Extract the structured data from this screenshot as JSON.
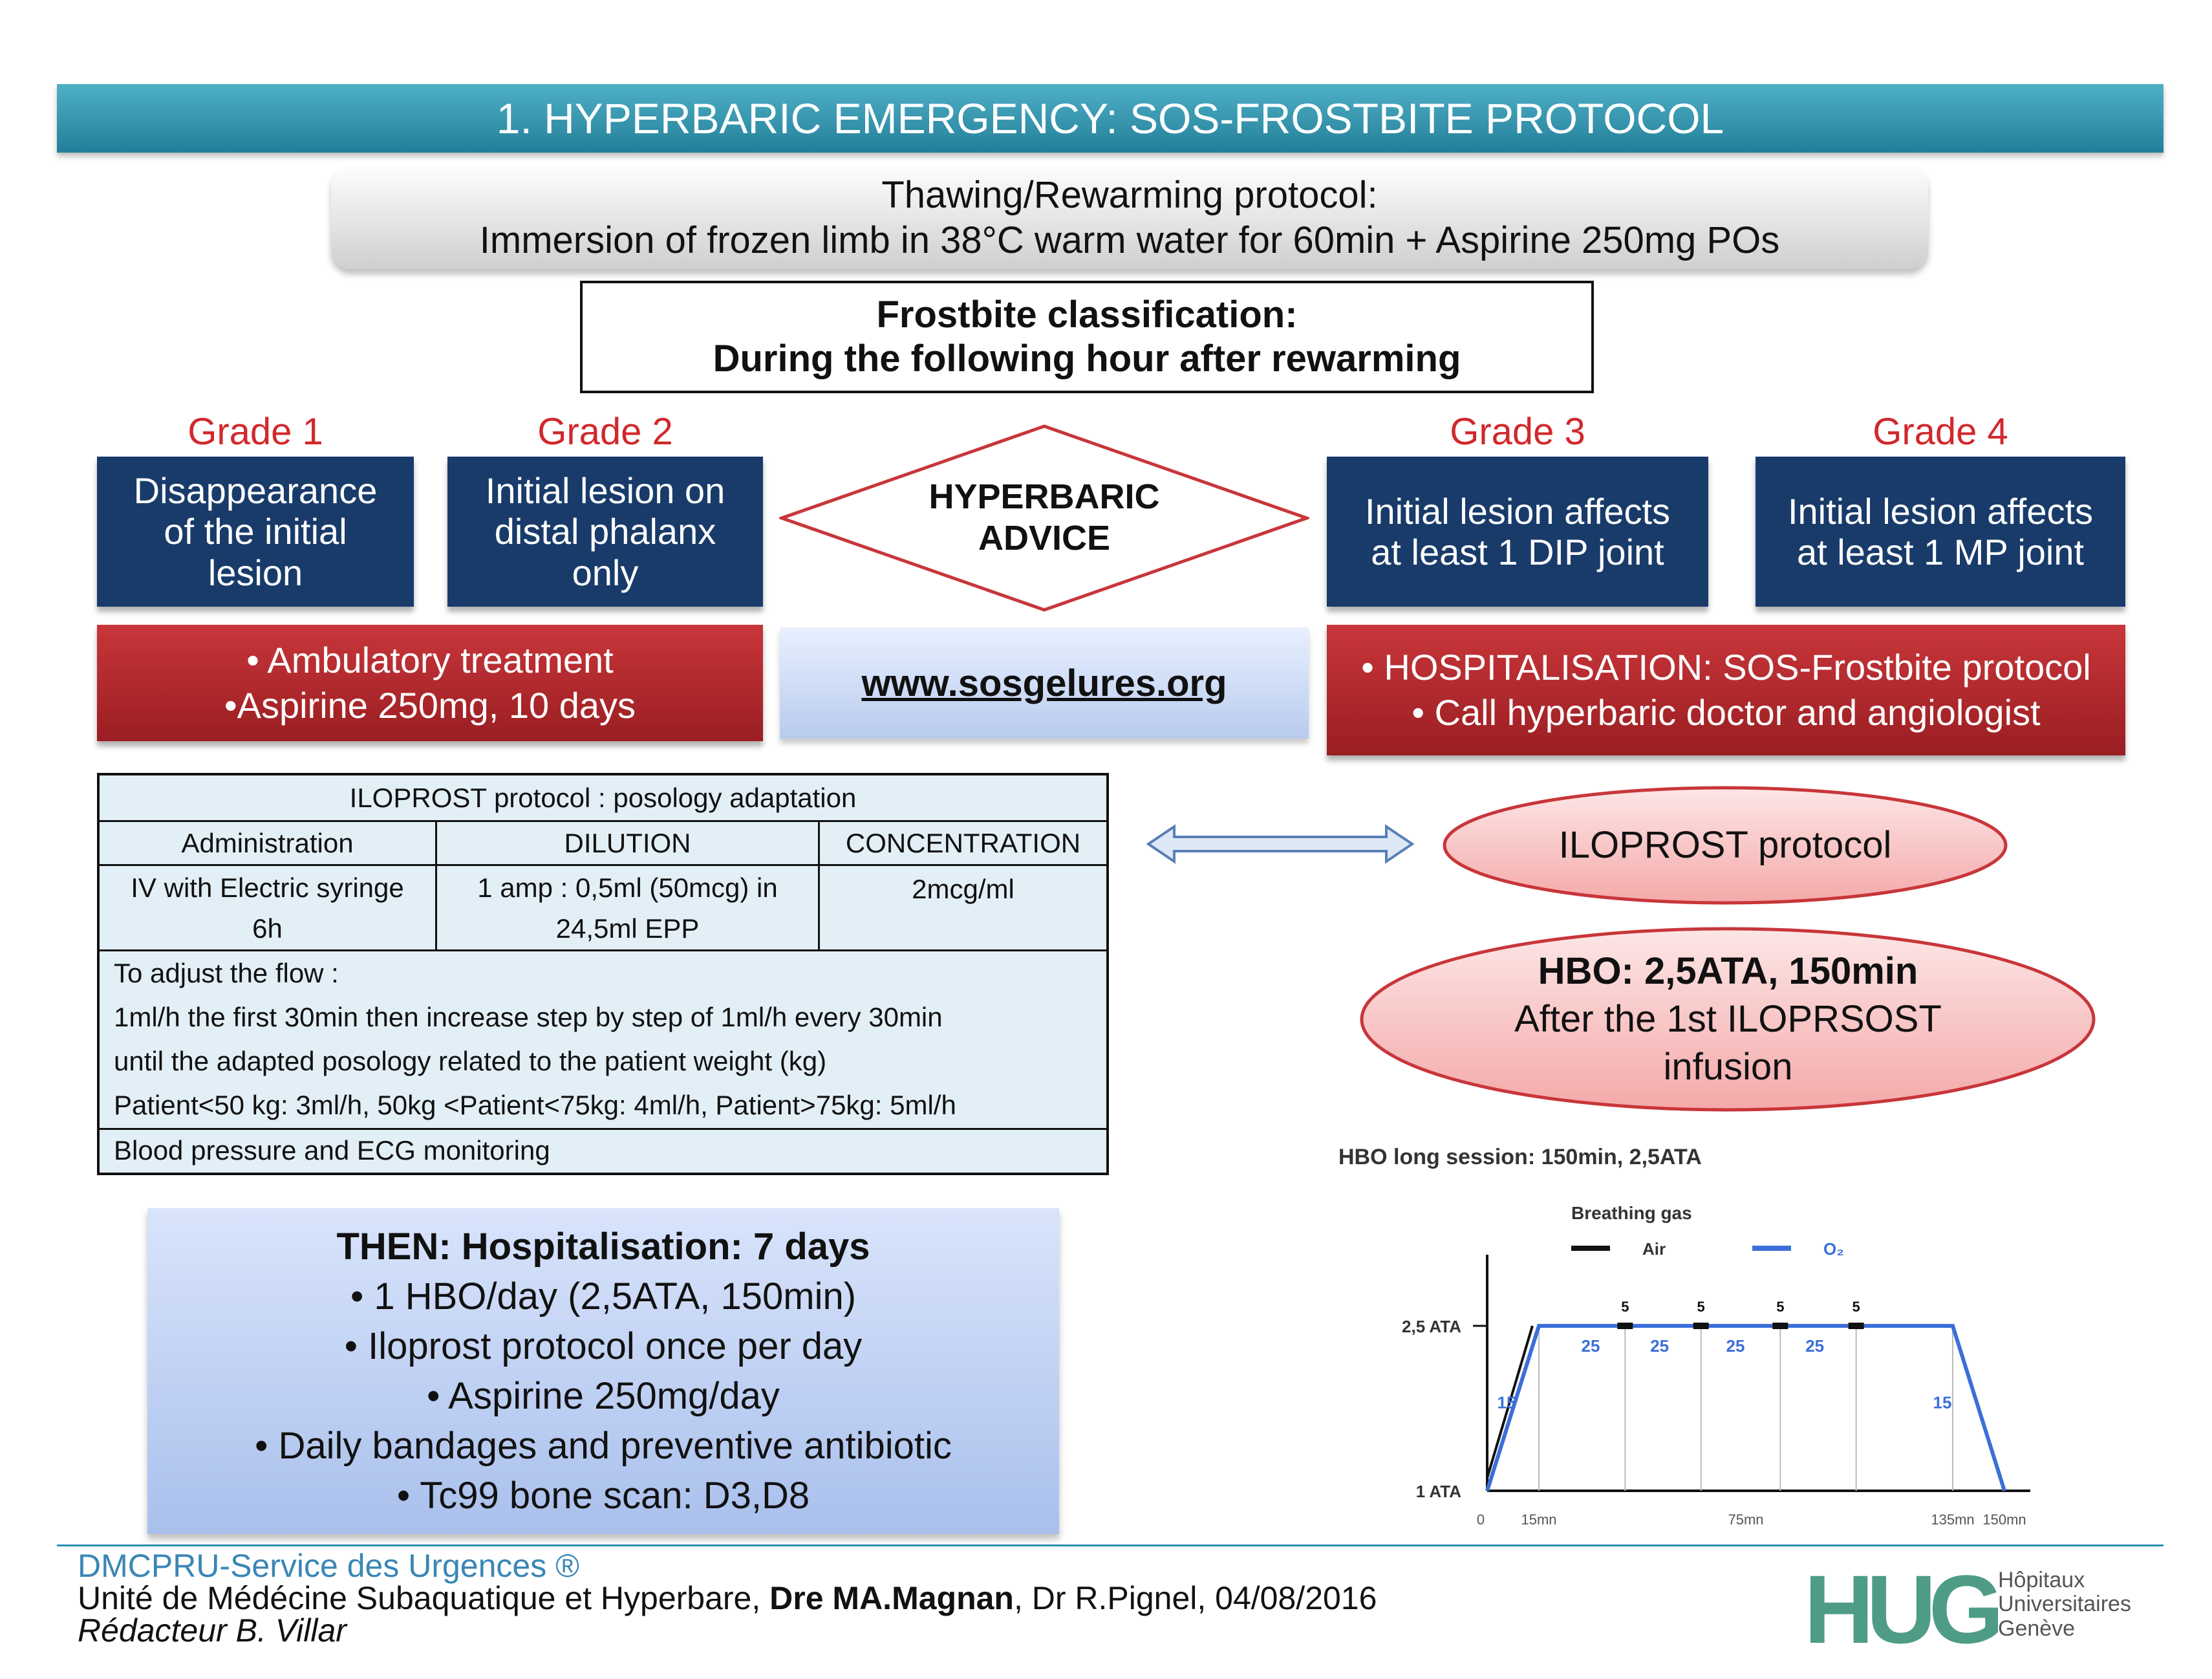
{
  "title": "1. HYPERBARIC EMERGENCY: SOS-FROSTBITE PROTOCOL",
  "thawing": {
    "line1": "Thawing/Rewarming protocol:",
    "line2": "Immersion of frozen limb in 38°C warm water for 60min + Aspirine 250mg POs"
  },
  "classification": {
    "line1": "Frostbite classification:",
    "line2": "During the following hour after rewarming"
  },
  "grades": [
    {
      "label": "Grade 1",
      "lines": [
        "Disappearance",
        "of the initial",
        "lesion"
      ]
    },
    {
      "label": "Grade 2",
      "lines": [
        "Initial lesion on",
        "distal phalanx",
        "only"
      ]
    },
    {
      "label": "Grade 3",
      "lines": [
        "Initial lesion affects",
        "at least 1 DIP joint"
      ]
    },
    {
      "label": "Grade 4",
      "lines": [
        "Initial lesion affects",
        "at least 1 MP joint"
      ]
    }
  ],
  "hyperbaric_advice": {
    "line1": "HYPERBARIC",
    "line2": "ADVICE"
  },
  "ambulatory": {
    "line1": "• Ambulatory treatment",
    "line2": "•Aspirine 250mg, 10 days"
  },
  "website": "www.sosgelures.org",
  "hospitalisation": {
    "line1": "• HOSPITALISATION: SOS-Frostbite protocol",
    "line2": "• Call hyperbaric doctor and angiologist"
  },
  "iloprost_table": {
    "title": "ILOPROST protocol : posology adaptation",
    "headers": [
      "Administration",
      "DILUTION",
      "CONCENTRATION"
    ],
    "row": [
      [
        "IV with Electric syringe",
        "6h"
      ],
      [
        "1 amp : 0,5ml (50mcg) in",
        "24,5ml EPP"
      ],
      [
        "2mcg/ml"
      ]
    ],
    "flow_lines": [
      "To adjust the flow :",
      "1ml/h  the first 30min then increase step by step of 1ml/h every 30min",
      "until the adapted posology related to the patient weight (kg)",
      "Patient<50 kg: 3ml/h, 50kg <Patient<75kg: 4ml/h, Patient>75kg: 5ml/h"
    ],
    "monitoring": "Blood pressure and ECG monitoring"
  },
  "iloprost_ellipse": "ILOPROST protocol",
  "hbo_ellipse": {
    "line1": "HBO: 2,5ATA, 150min",
    "line2": "After the 1st ILOPRSOST",
    "line3": "infusion"
  },
  "then_box": {
    "title": "THEN: Hospitalisation: 7 days",
    "items": [
      "• 1 HBO/day (2,5ATA, 150min)",
      "•  Iloprost protocol once per day",
      "• Aspirine 250mg/day",
      "• Daily bandages and preventive antibiotic",
      "• Tc99 bone scan: D3,D8"
    ]
  },
  "chart_data": {
    "type": "line",
    "title": "HBO long session: 150min, 2,5ATA",
    "legend_title": "Breathing gas",
    "legend": [
      "Air",
      "O₂"
    ],
    "colors": {
      "air": "#111111",
      "o2": "#3b6fd9"
    },
    "yticks": [
      "2,5 ATA",
      "1 ATA"
    ],
    "xticks": [
      "0",
      "15mn",
      "75mn",
      "135mn",
      "150mn"
    ],
    "x": [
      0,
      15,
      135,
      150
    ],
    "y": [
      1,
      2.5,
      2.5,
      1
    ],
    "xlim": [
      0,
      150
    ],
    "ylim": [
      1,
      2.5
    ],
    "segment_labels": [
      "15",
      "25",
      "25",
      "25",
      "25",
      "15"
    ],
    "segment_label_x": [
      3,
      30,
      50,
      72,
      95,
      132
    ],
    "air_break_label": "5",
    "air_breaks_x": [
      40,
      62,
      85,
      107
    ]
  },
  "footer": {
    "line1": "DMCPRU-Service des Urgences ®",
    "line2_prefix": "Unité de Médécine Subaquatique et Hyperbare, ",
    "line2_bold": "Dre MA.Magnan",
    "line2_suffix": ", Dr R.Pignel, 04/08/2016",
    "line3": "Rédacteur B. Villar",
    "logo_text": "HUG",
    "logo_lines": [
      "Hôpitaux",
      "Universitaires",
      "Genève"
    ]
  }
}
